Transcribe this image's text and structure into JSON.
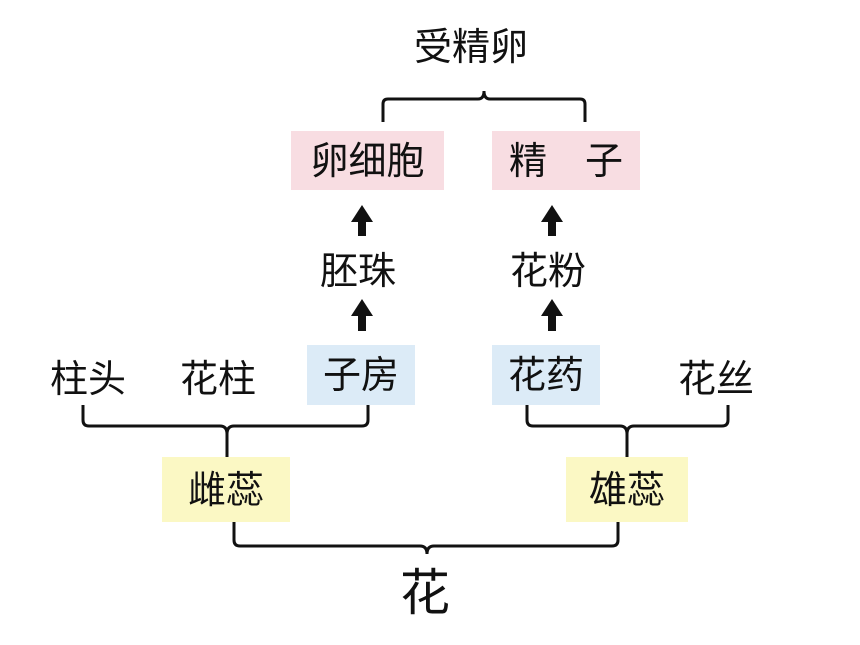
{
  "title": "受精卵",
  "cells": {
    "egg": "卵细胞",
    "sperm": "精　子"
  },
  "intermediates": {
    "ovule": "胚珠",
    "pollen": "花粉"
  },
  "pistil_parts": {
    "stigma": "柱头",
    "style": "花柱",
    "ovary": "子房"
  },
  "stamen_parts": {
    "anther": "花药",
    "filament": "花丝"
  },
  "organs": {
    "pistil": "雌蕊",
    "stamen": "雄蕊"
  },
  "root": "花",
  "colors": {
    "pink_box": "#f8dde2",
    "blue_box": "#dcebf7",
    "yellow_box": "#fbf8c4",
    "line": "#111111"
  }
}
